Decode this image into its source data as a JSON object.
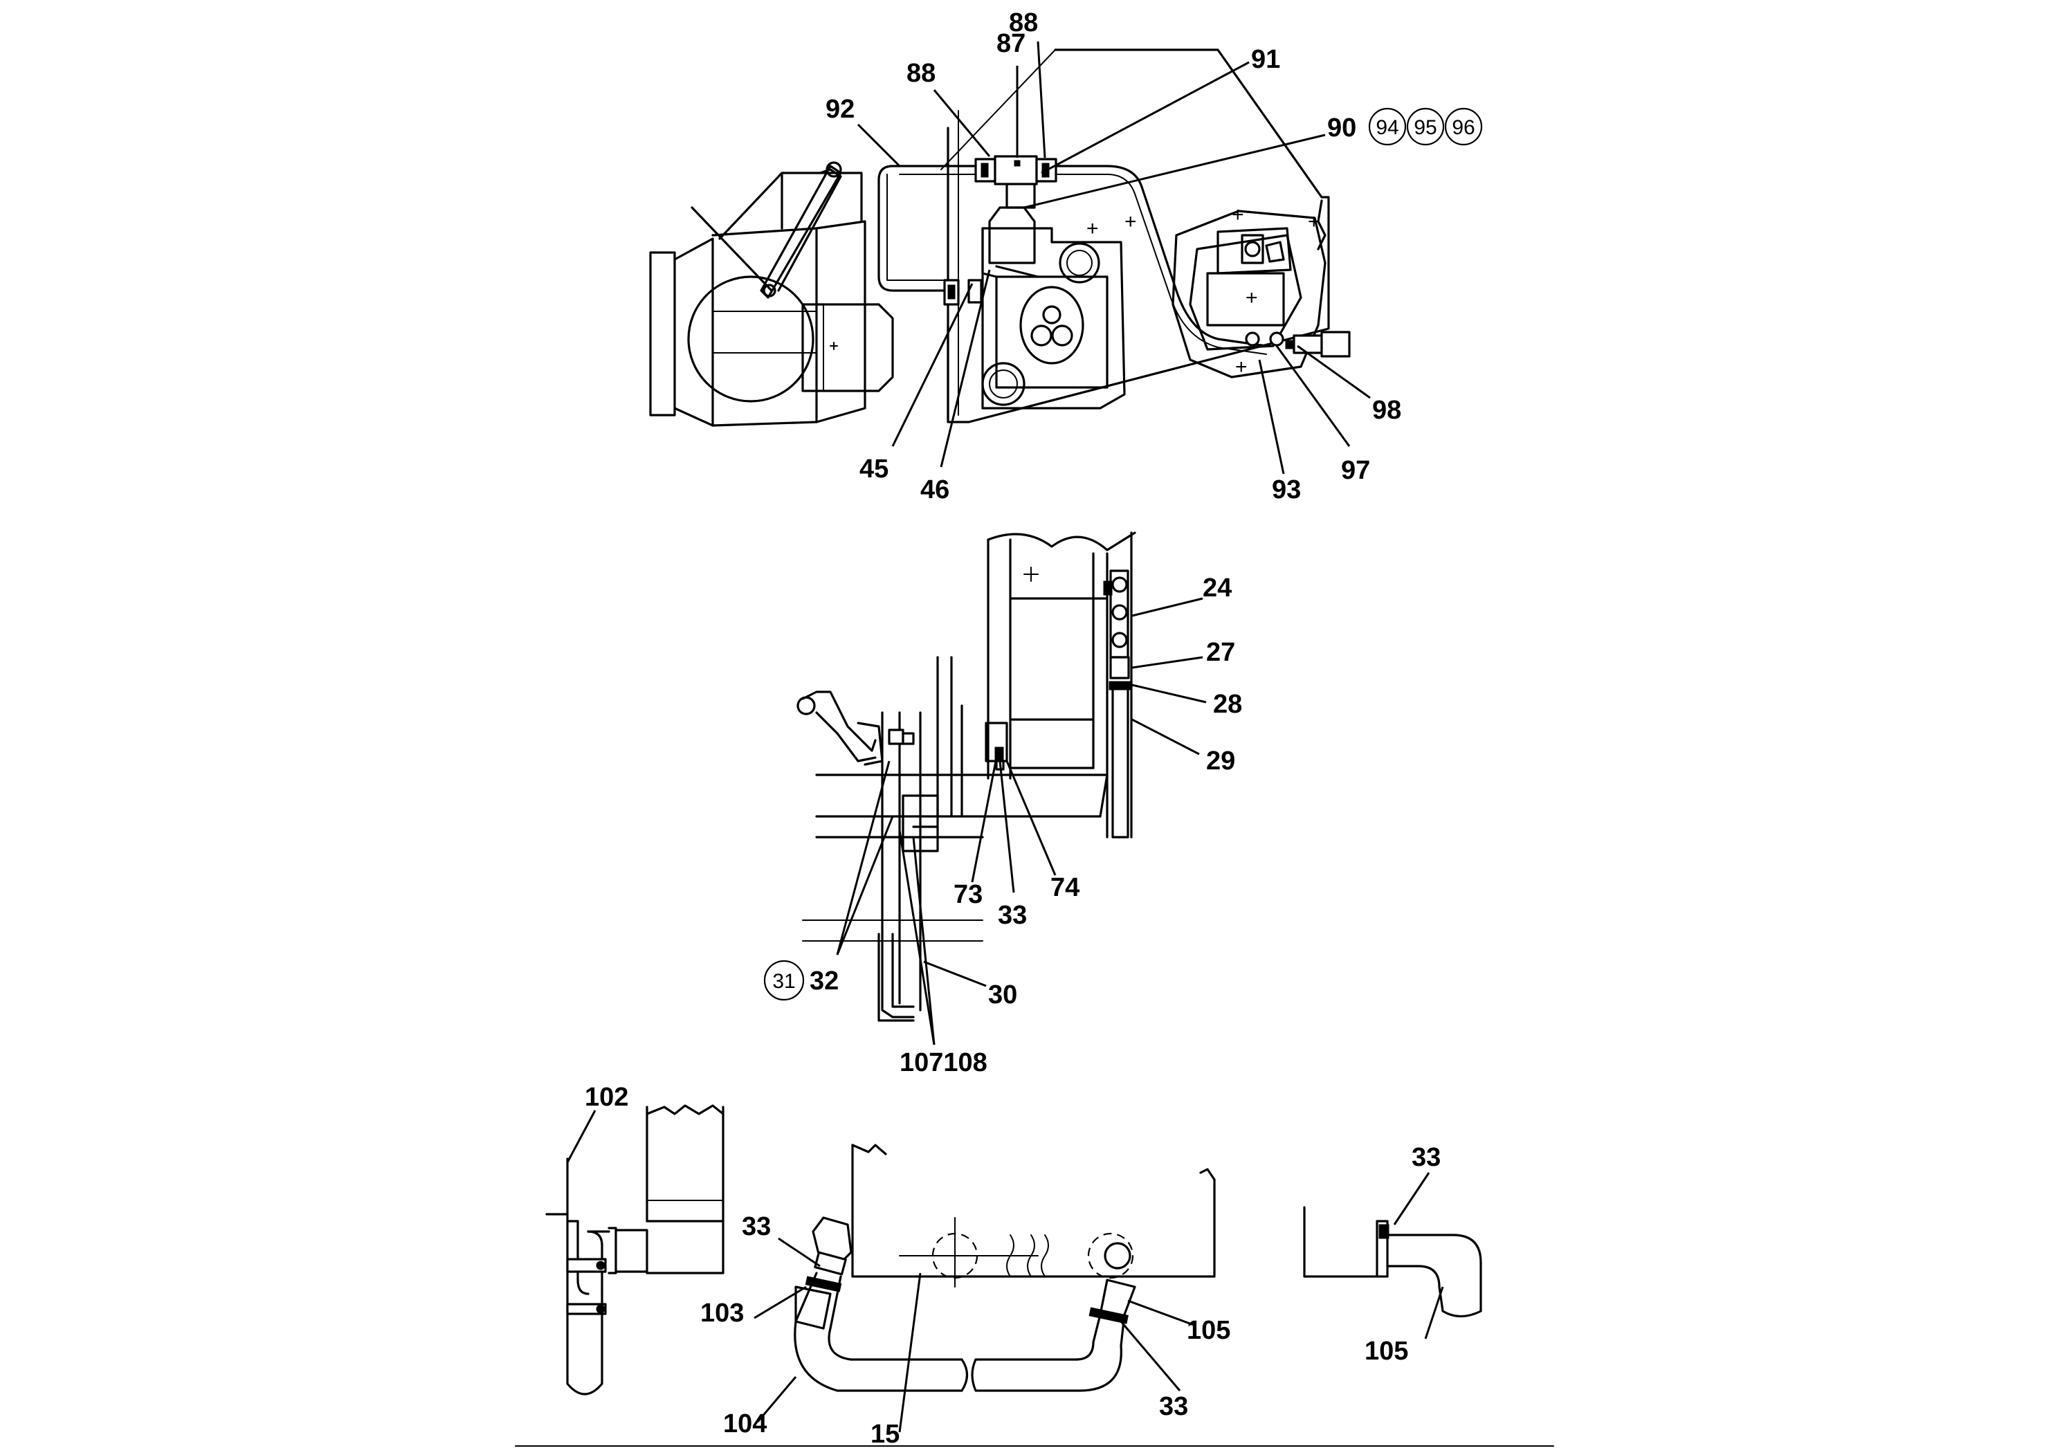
{
  "diagram": {
    "callouts": {
      "c87": "87",
      "c88a": "88",
      "c88b": "88",
      "c91": "91",
      "c92": "92",
      "c90": "90",
      "c94": "94",
      "c95": "95",
      "c96": "96",
      "c45": "45",
      "c46": "46",
      "c93": "93",
      "c97": "97",
      "c98": "98",
      "c24": "24",
      "c27": "27",
      "c28": "28",
      "c29": "29",
      "c73": "73",
      "c33a": "33",
      "c74": "74",
      "c31": "31",
      "c32": "32",
      "c30": "30",
      "c107108": "107108",
      "c102": "102",
      "c33b": "33",
      "c103": "103",
      "c104": "104",
      "c15": "15",
      "c105a": "105",
      "c33c": "33",
      "c33d": "33",
      "c105b": "105"
    }
  }
}
